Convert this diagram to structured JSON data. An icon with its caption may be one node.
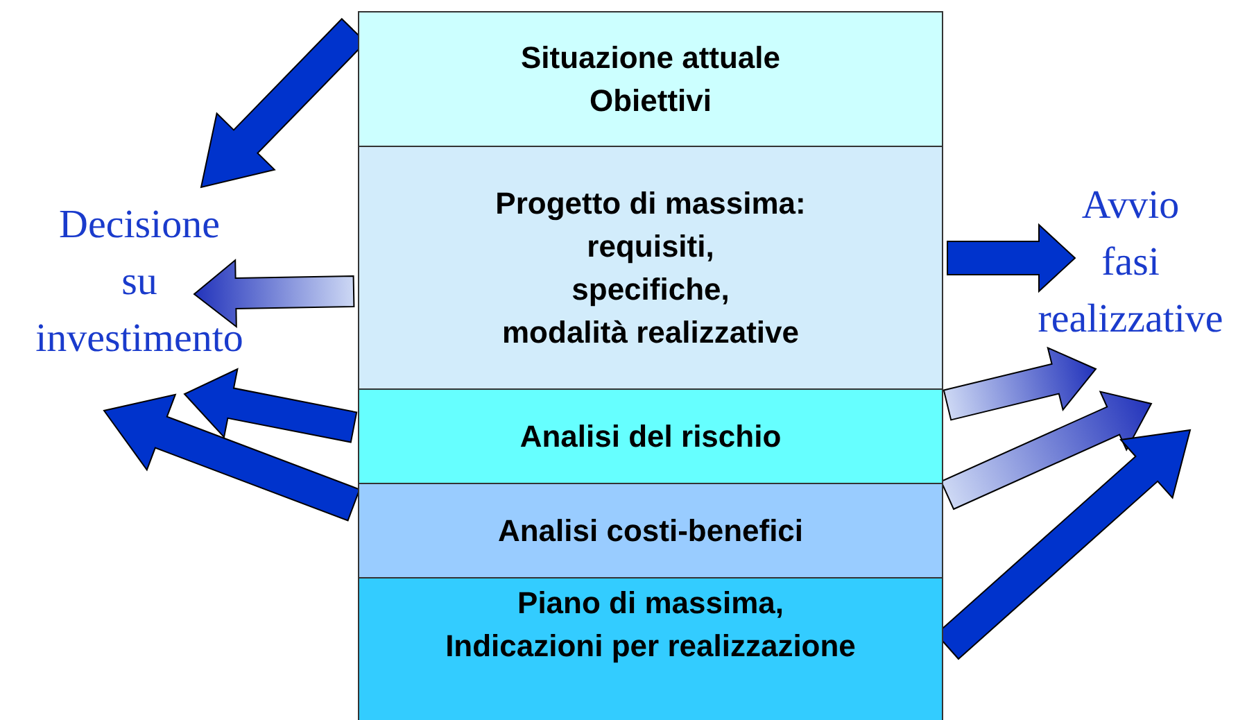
{
  "diagram": {
    "nodes": [
      {
        "text": [
          "Situazione attuale Obiettivi"
        ]
      },
      {
        "text": [
          "Progetto di massima: requisiti, specifiche, modalità realizzative"
        ]
      },
      {
        "text": [
          "Analisi del rischio"
        ]
      },
      {
        "text": [
          "Analisi costi-benefici"
        ]
      },
      {
        "text": [
          "Piano di massima, Indicazioni per realizzazione"
        ]
      },
      {
        "text": [
          "Decisione su investimento"
        ]
      },
      {
        "text": [
          "Avvio fasi realizzative"
        ]
      }
    ],
    "edges": [
      {
        "from": 0,
        "to": 5,
        "arrow": "to"
      },
      {
        "from": 1,
        "to": 5,
        "arrow": "to",
        "color": "#2233bb"
      },
      {
        "from": 2,
        "to": 5,
        "arrow": "to"
      },
      {
        "from": 3,
        "to": 5,
        "arrow": "to"
      },
      {
        "from": 1,
        "to": 6,
        "arrow": "to"
      },
      {
        "from": 2,
        "to": 6,
        "arrow": "to",
        "color": "#2233bb"
      },
      {
        "from": 3,
        "to": 6,
        "arrow": "to",
        "color": "#2233bb"
      },
      {
        "from": 4,
        "to": 6,
        "arrow": "to"
      }
    ]
  }
}
